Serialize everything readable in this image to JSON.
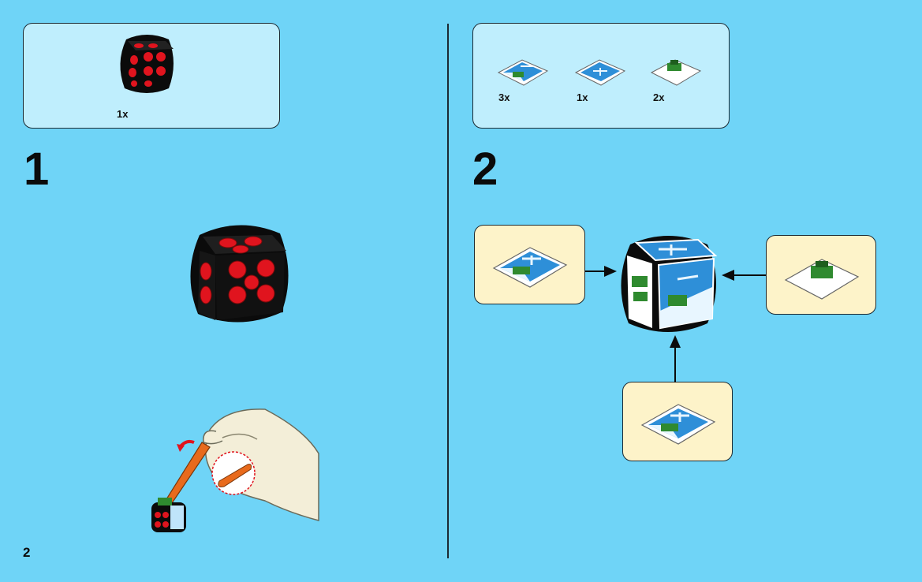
{
  "page": {
    "number": "2"
  },
  "step1": {
    "number": "1",
    "parts": [
      {
        "name": "red-dice-cube",
        "quantity": "1x"
      }
    ]
  },
  "step2": {
    "number": "2",
    "parts": [
      {
        "name": "tile-helicopter-tank",
        "quantity": "3x"
      },
      {
        "name": "tile-helicopter",
        "quantity": "1x"
      },
      {
        "name": "tile-tank",
        "quantity": "2x"
      }
    ]
  },
  "colors": {
    "background": "#6fd4f7",
    "parts_panel": "#bfeefd",
    "subassembly_panel": "#fdf3c9",
    "brick_red": "#e0141e",
    "tile_blue": "#2e8fd8",
    "tank_green": "#2f8a2f",
    "tool_orange": "#e86a1c"
  }
}
